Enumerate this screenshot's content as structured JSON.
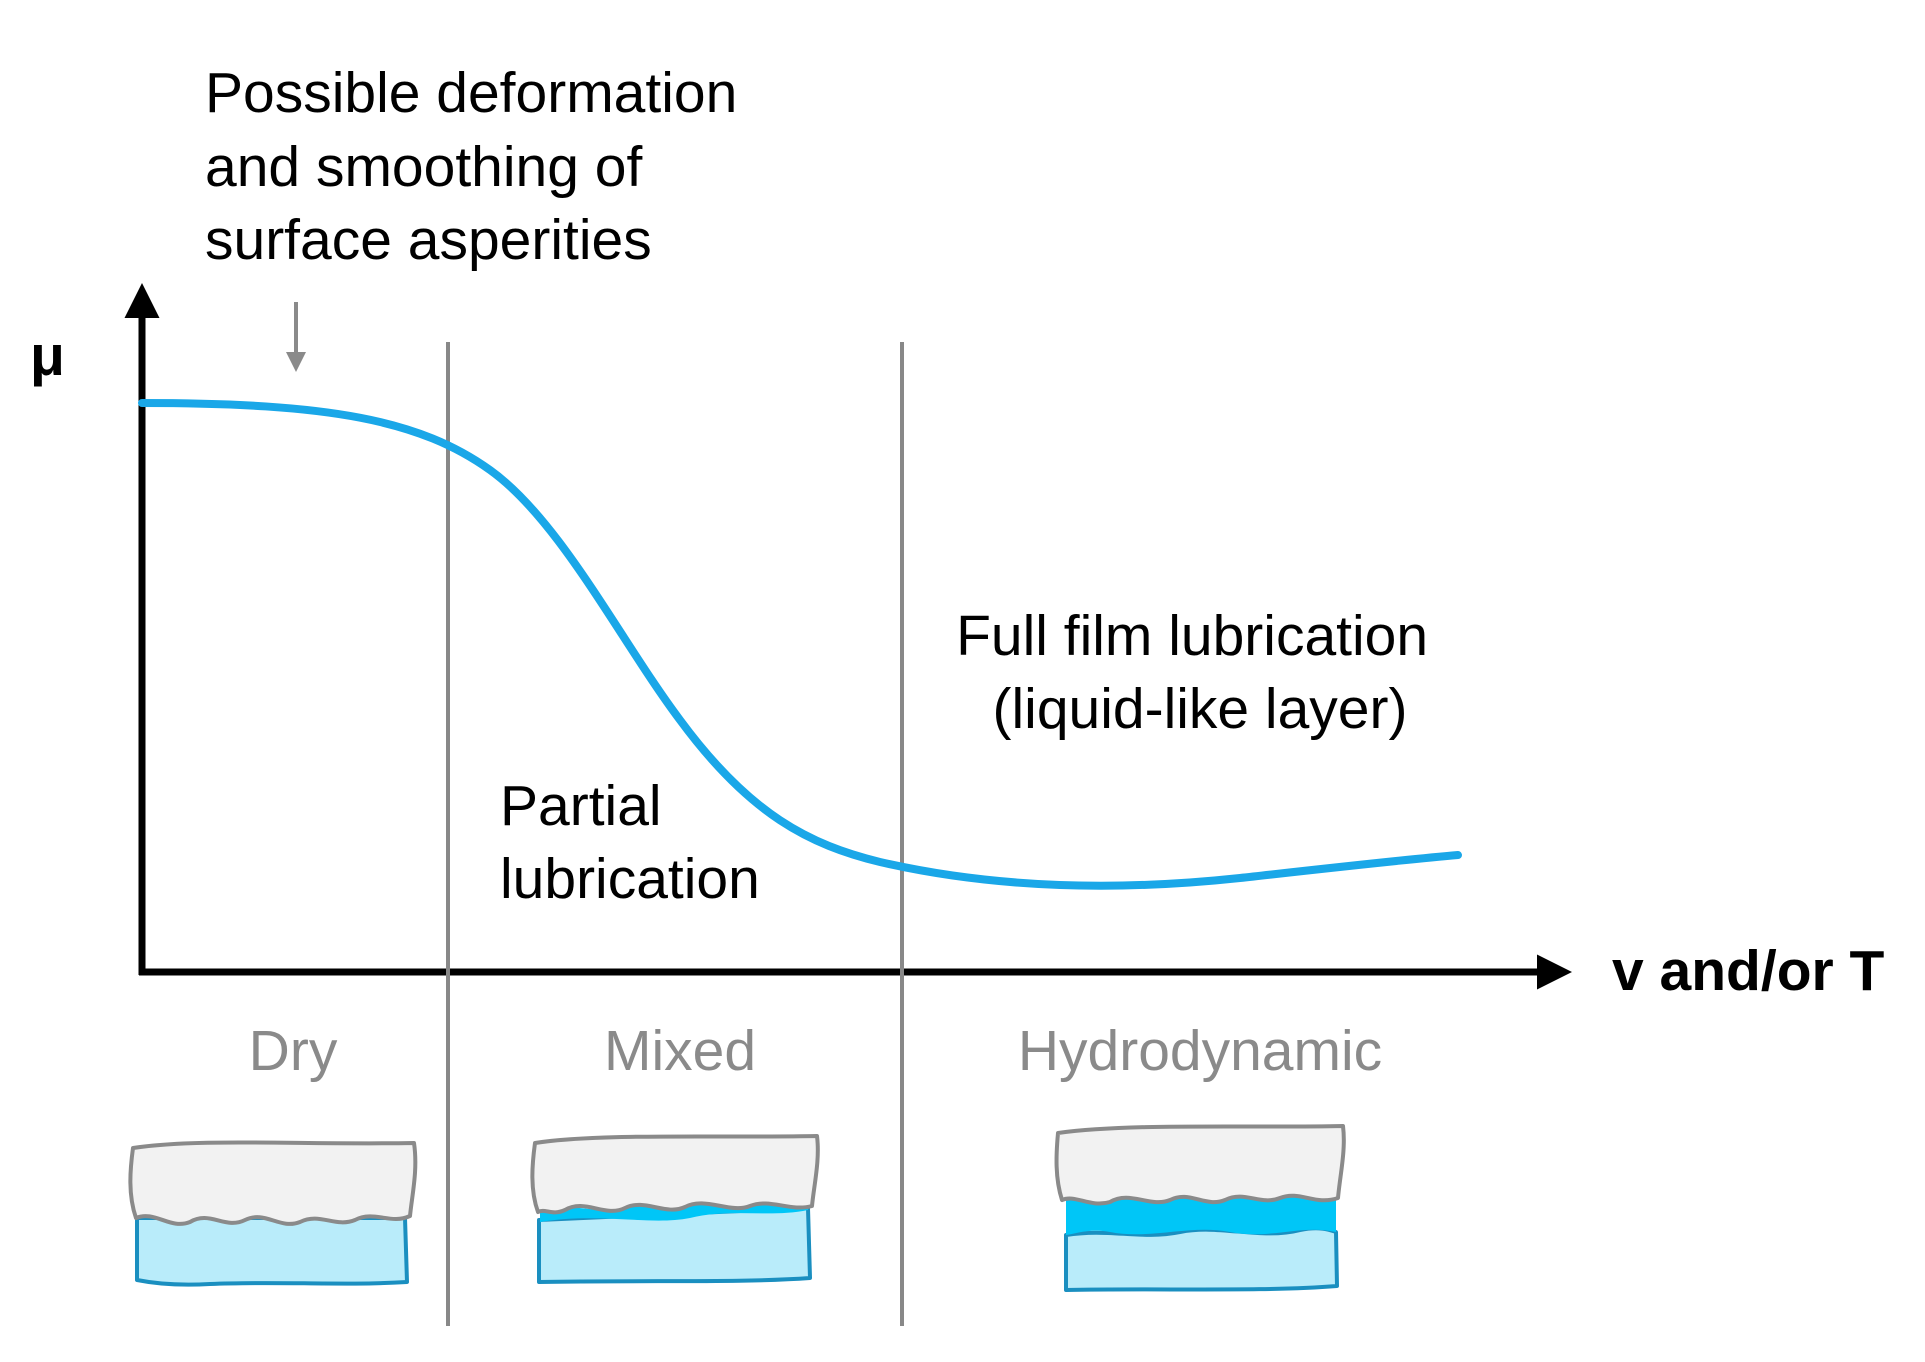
{
  "y_axis_label": "μ",
  "x_axis_label": "v and/or T",
  "annotation_top": [
    "Possible deformation",
    "and smoothing of",
    "surface asperities"
  ],
  "annotation_partial": [
    "Partial",
    "lubrication"
  ],
  "annotation_full": [
    "Full film lubrication",
    "(liquid-like layer)"
  ],
  "regimes": [
    "Dry",
    "Mixed",
    "Hydrodynamic"
  ],
  "colors": {
    "curve": "#1aa7e8",
    "axis": "#000000",
    "divider": "#888888",
    "regime_text": "#8a8a8a",
    "upper_body_fill": "#f2f2f2",
    "upper_body_stroke": "#8a8a8a",
    "lower_body_fill": "#b9ecfa",
    "lower_body_stroke": "#1a8fc0",
    "lubricant_fill": "#00c6f7"
  }
}
